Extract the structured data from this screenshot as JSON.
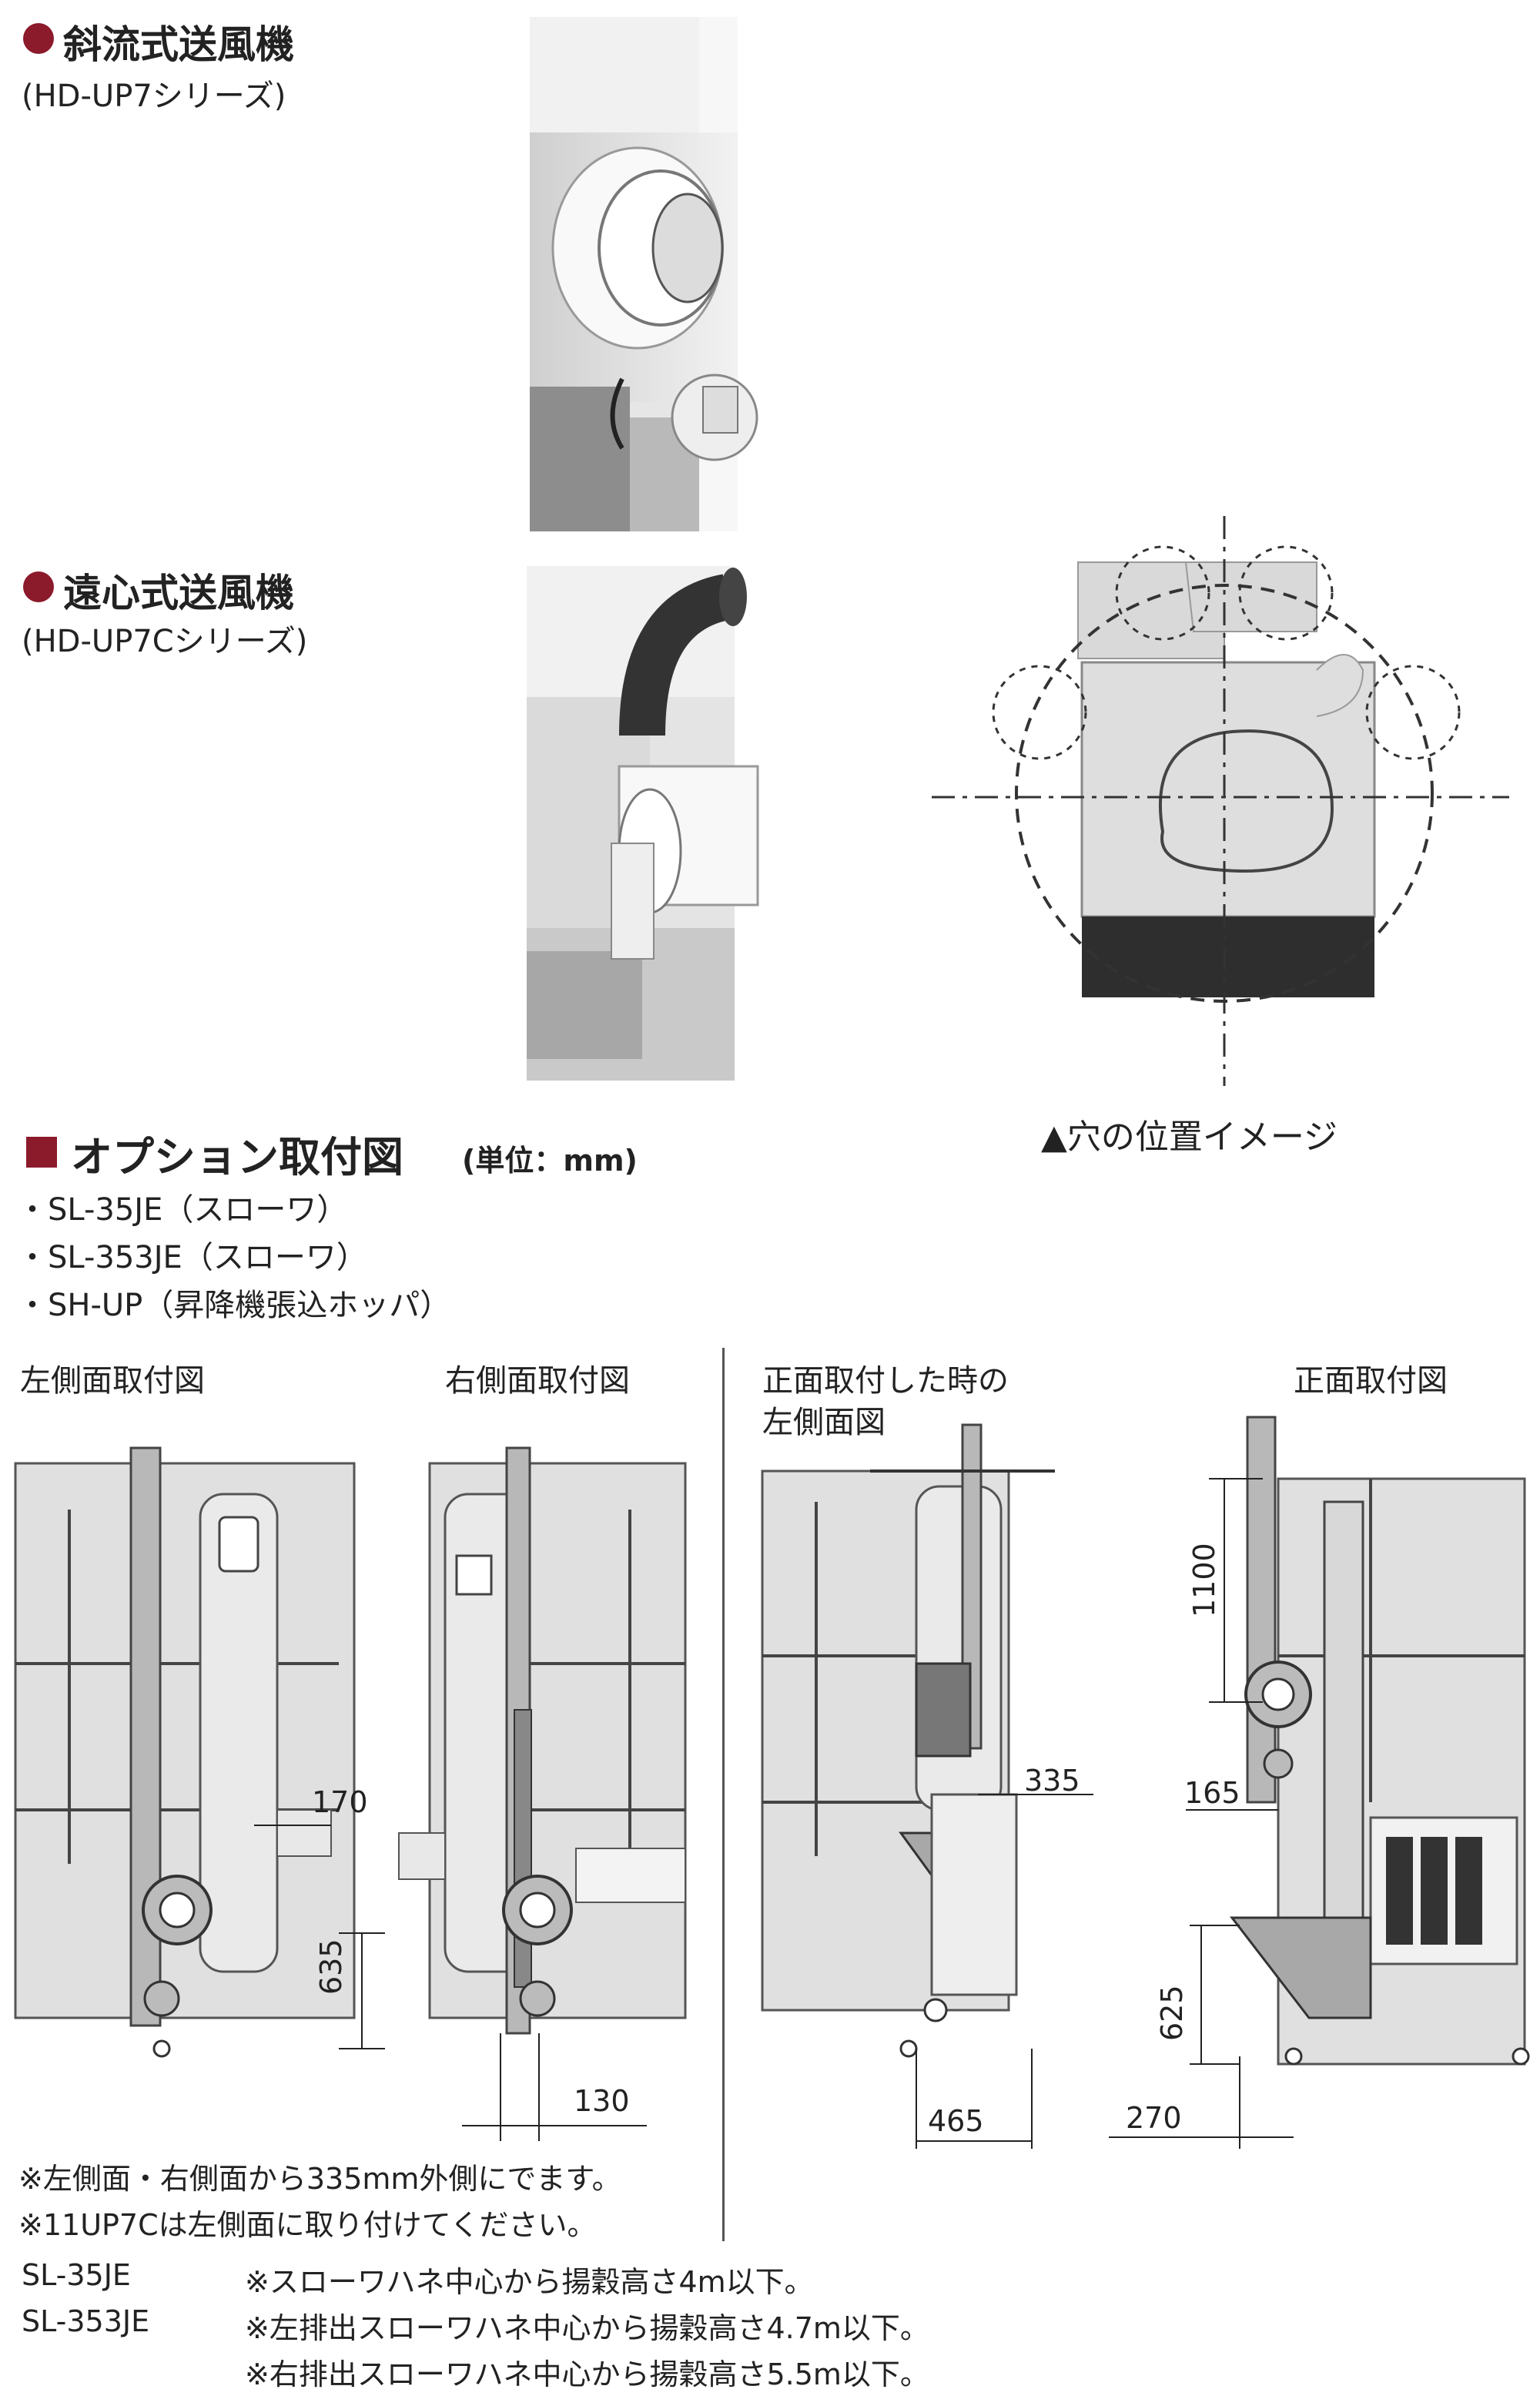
{
  "blowers": {
    "diagonal": {
      "title": "斜流式送風機",
      "series": "(HD-UP7シリーズ)"
    },
    "centrifugal": {
      "title": "遠心式送風機",
      "series": "(HD-UP7Cシリーズ)"
    }
  },
  "hole_caption": "▲穴の位置イメージ",
  "option": {
    "title": "オプション取付図",
    "unit": "(単位：mm)",
    "items": [
      "・SL-35JE（スローワ）",
      "・SL-353JE（スローワ）",
      "・SH-UP（昇降機張込ホッパ）"
    ]
  },
  "drawings": {
    "left_side": "左側面取付図",
    "right_side": "右側面取付図",
    "front_left_1": "正面取付した時の",
    "front_left_2": "左側面図",
    "front": "正面取付図"
  },
  "dims": {
    "d170": "170",
    "d635": "635",
    "d130": "130",
    "d335": "335",
    "d465": "465",
    "d1100": "1100",
    "d165": "165",
    "d625": "625",
    "d270": "270"
  },
  "notes": {
    "n1": "※左側面・右側面から335mm外側にでます。",
    "n2": "※11UP7Cは左側面に取り付けてください。"
  },
  "specs": [
    {
      "model": "SL-35JE",
      "text": "※スローワハネ中心から揚穀高さ4m以下。"
    },
    {
      "model": "SL-353JE",
      "text": "※左排出スローワハネ中心から揚穀高さ4.7m以下。"
    },
    {
      "model": "",
      "text": "※右排出スローワハネ中心から揚穀高さ5.5m以下。"
    }
  ],
  "colors": {
    "accent": "#8b1a2b"
  }
}
